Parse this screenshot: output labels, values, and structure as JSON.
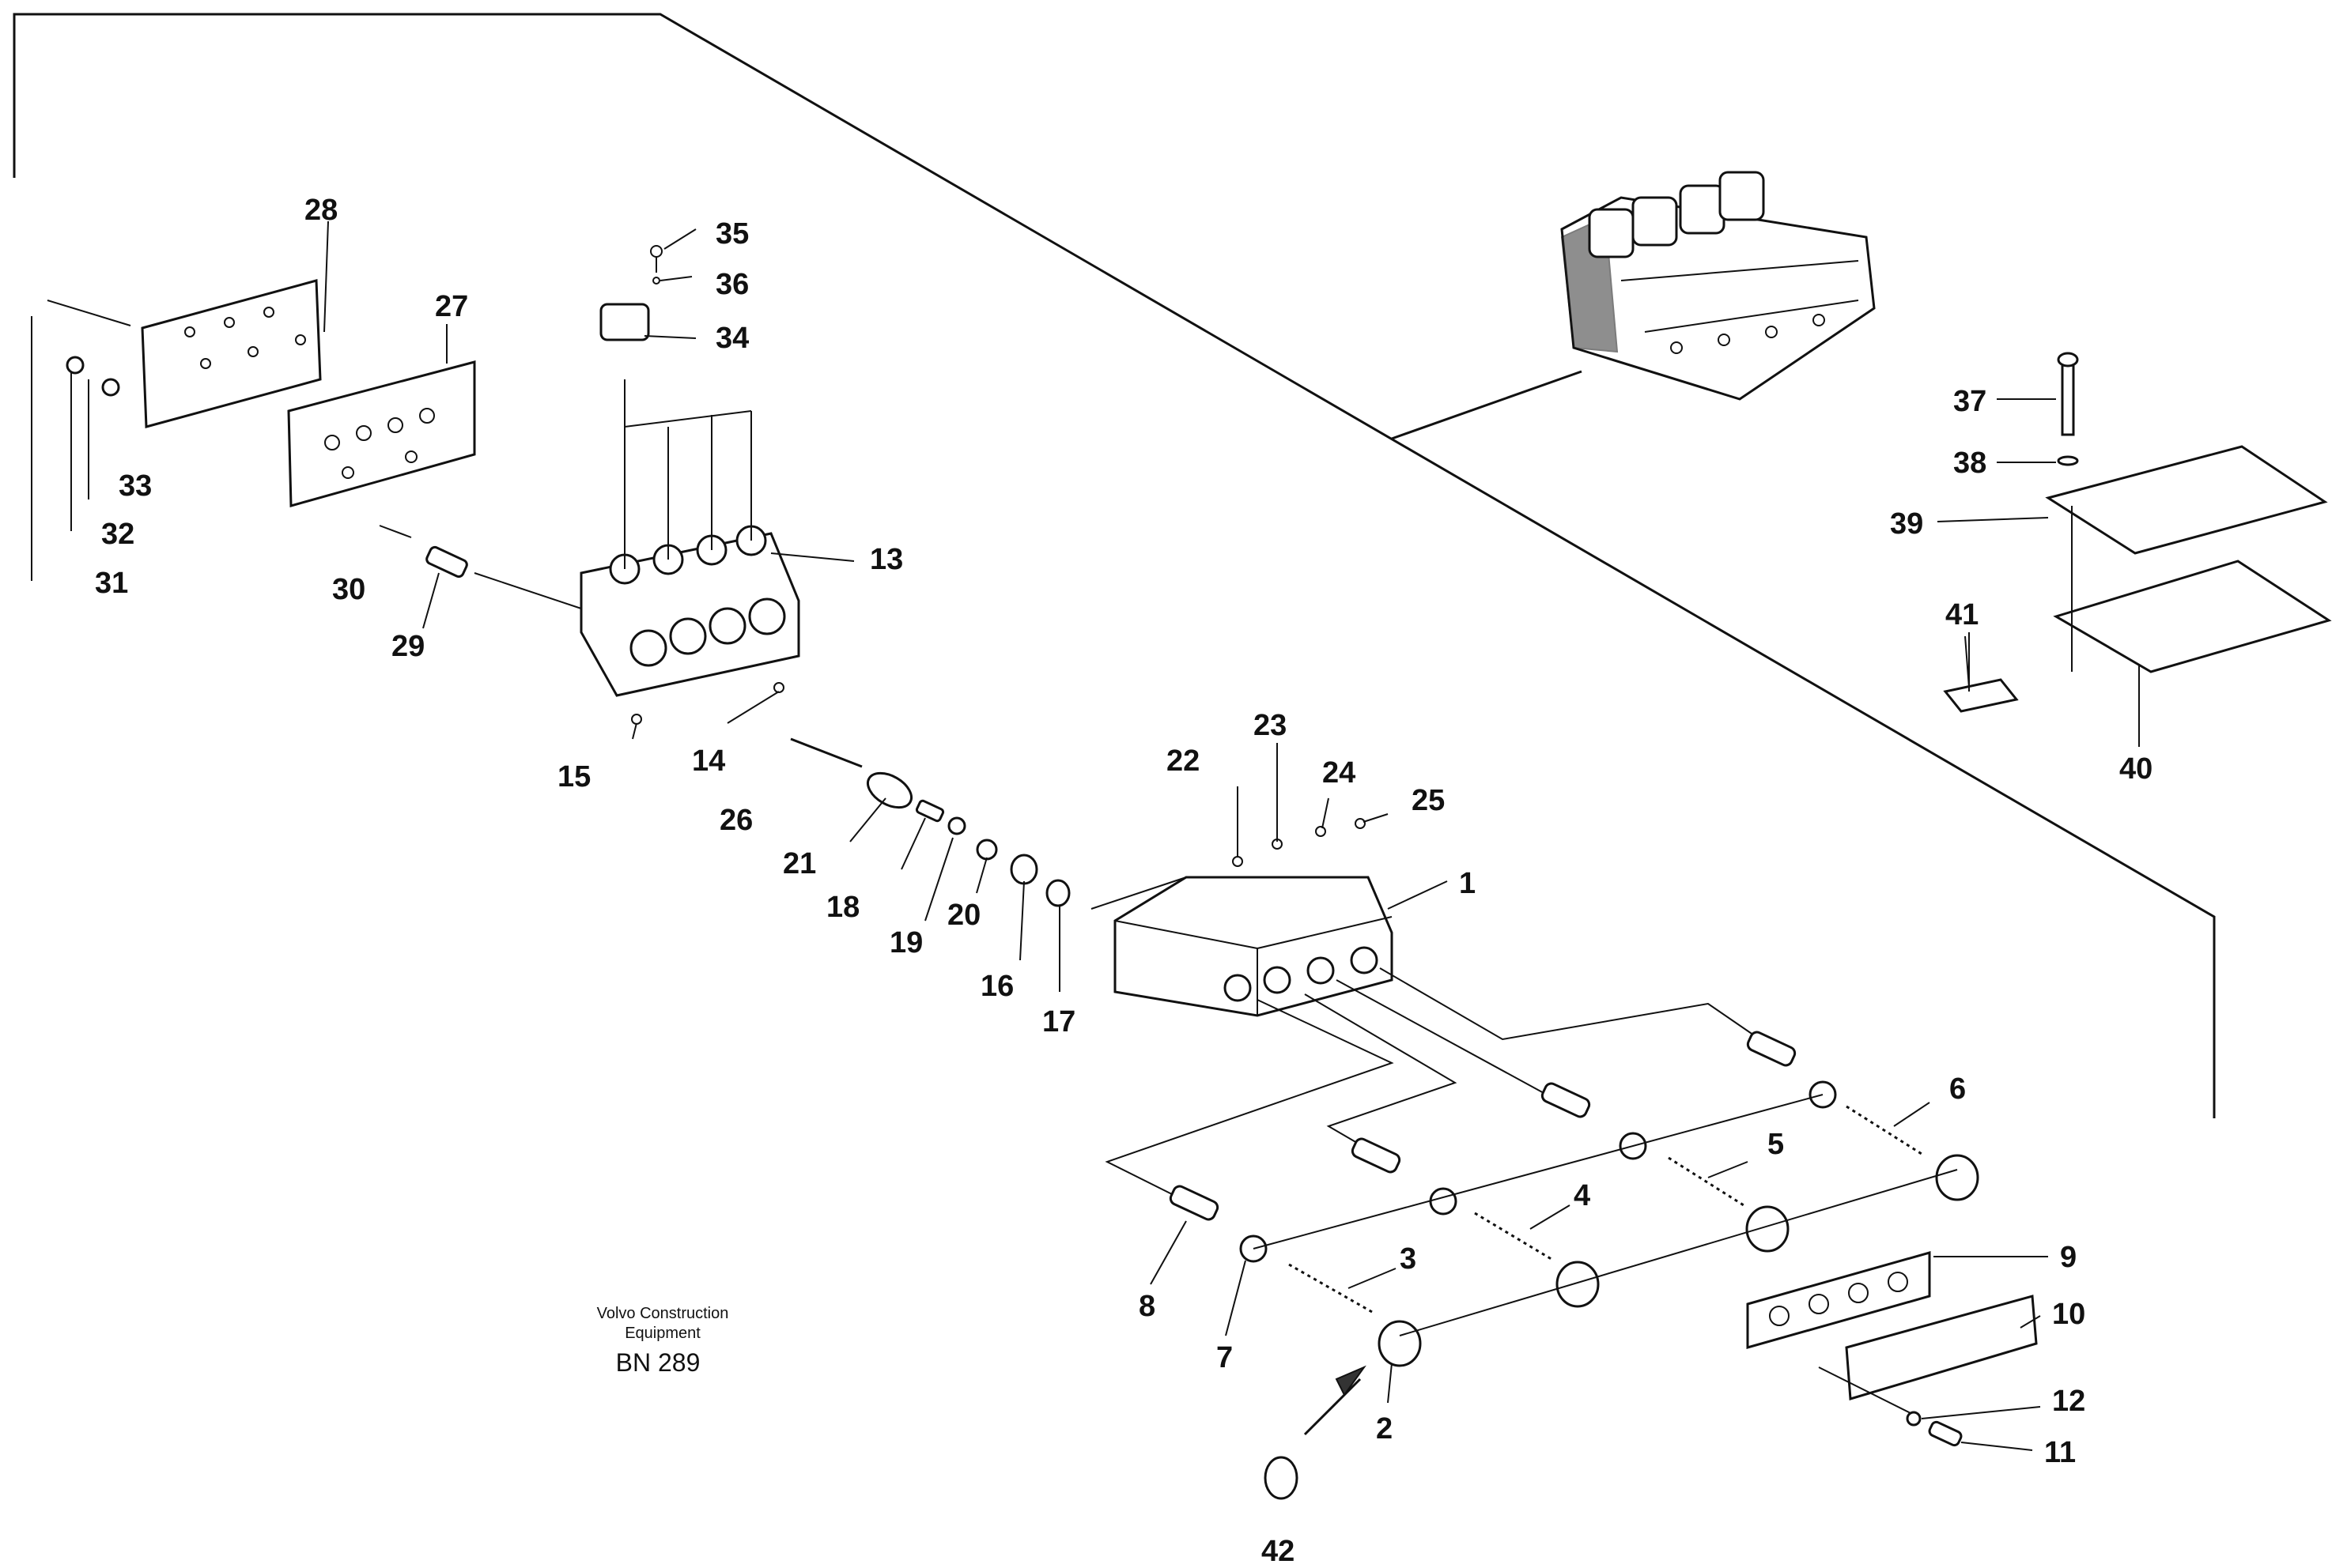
{
  "credit": {
    "line1": "Volvo Construction",
    "line2": "Equipment",
    "code": "BN 289"
  },
  "callouts": {
    "c1": "1",
    "c2": "2",
    "c3": "3",
    "c4": "4",
    "c5": "5",
    "c6": "6",
    "c7": "7",
    "c8": "8",
    "c9": "9",
    "c10": "10",
    "c11": "11",
    "c12": "12",
    "c13": "13",
    "c14": "14",
    "c15": "15",
    "c16": "16",
    "c17": "17",
    "c18": "18",
    "c19": "19",
    "c20": "20",
    "c21": "21",
    "c22": "22",
    "c23": "23",
    "c24": "24",
    "c25": "25",
    "c26": "26",
    "c27": "27",
    "c28": "28",
    "c29": "29",
    "c30": "30",
    "c31": "31",
    "c32": "32",
    "c33": "33",
    "c34": "34",
    "c35": "35",
    "c36": "36",
    "c37": "37",
    "c38": "38",
    "c39": "39",
    "c40": "40",
    "c41": "41",
    "c42": "42"
  }
}
